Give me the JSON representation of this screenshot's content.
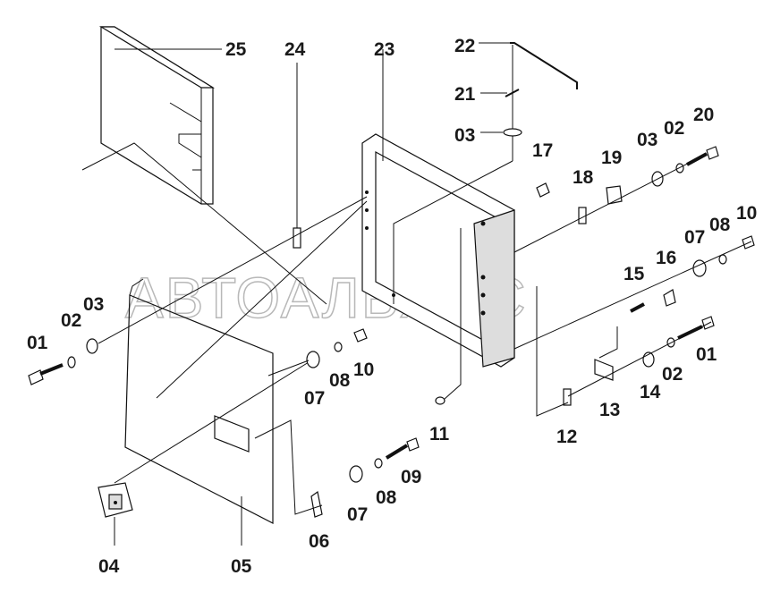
{
  "watermark": "АВТОАЛЬЯНС",
  "labels": {
    "p01a": "01",
    "p01b": "01",
    "p02a": "02",
    "p02b": "02",
    "p02c": "02",
    "p03a": "03",
    "p03b": "03",
    "p03c": "03",
    "p04": "04",
    "p05": "05",
    "p06": "06",
    "p07a": "07",
    "p07b": "07",
    "p07c": "07",
    "p08a": "08",
    "p08b": "08",
    "p08c": "08",
    "p09": "09",
    "p10a": "10",
    "p10b": "10",
    "p11": "11",
    "p12": "12",
    "p13": "13",
    "p14": "14",
    "p15": "15",
    "p16": "16",
    "p17": "17",
    "p18": "18",
    "p19": "19",
    "p20": "20",
    "p21": "21",
    "p22": "22",
    "p23": "23",
    "p24": "24",
    "p25": "25"
  }
}
